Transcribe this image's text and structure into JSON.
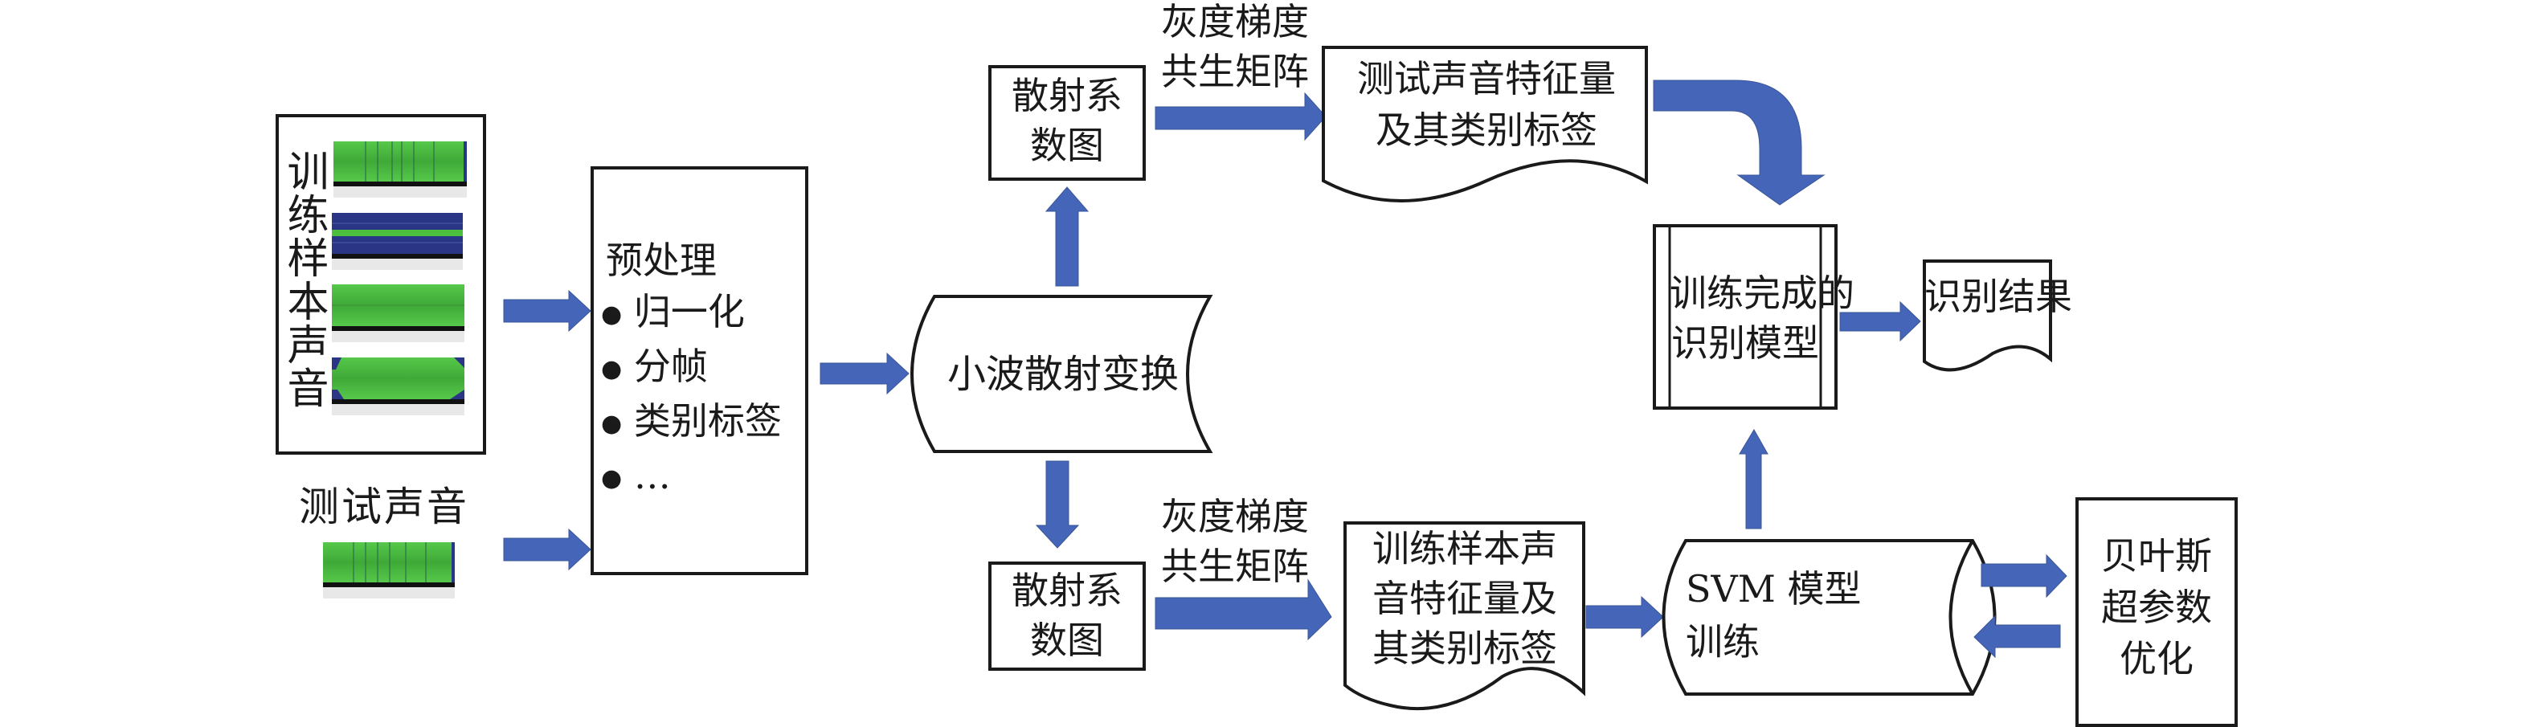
{
  "title": "基于小波散射变换与SVM的声音识别流程图",
  "colors": {
    "arrow": "#4566b8",
    "arrow_edge": "#3a5598",
    "stroke": "#1a1a1a",
    "spec_green": "#4cbf3f",
    "spec_dark": "#2b3585"
  },
  "training_samples": {
    "label": "训练样本声音",
    "spectrogram_count": 4
  },
  "test_sound": {
    "label": "测试声音"
  },
  "preprocess": {
    "title": "预处理",
    "items": [
      "归一化",
      "分帧",
      "类别标签",
      "…"
    ]
  },
  "wavelet_transform": {
    "label": "小波散射变换"
  },
  "scatter_map_top": {
    "line1": "散射系",
    "line2": "数图"
  },
  "scatter_map_bottom": {
    "line1": "散射系",
    "line2": "数图"
  },
  "glcm_top": {
    "line1": "灰度梯度",
    "line2": "共生矩阵"
  },
  "glcm_bottom": {
    "line1": "灰度梯度",
    "line2": "共生矩阵"
  },
  "test_features": {
    "line1": "测试声音特征量",
    "line2": "及其类别标签"
  },
  "train_features": {
    "line1": "训练样本声",
    "line2": "音特征量及",
    "line3": "其类别标签"
  },
  "trained_model": {
    "line1": "训练完成的",
    "line2": "识别模型"
  },
  "result": {
    "label": "识别结果"
  },
  "svm": {
    "line1": "SVM 模型",
    "line2": "训练"
  },
  "bayes": {
    "line1": "贝叶斯",
    "line2": "超参数",
    "line3": "优化"
  }
}
